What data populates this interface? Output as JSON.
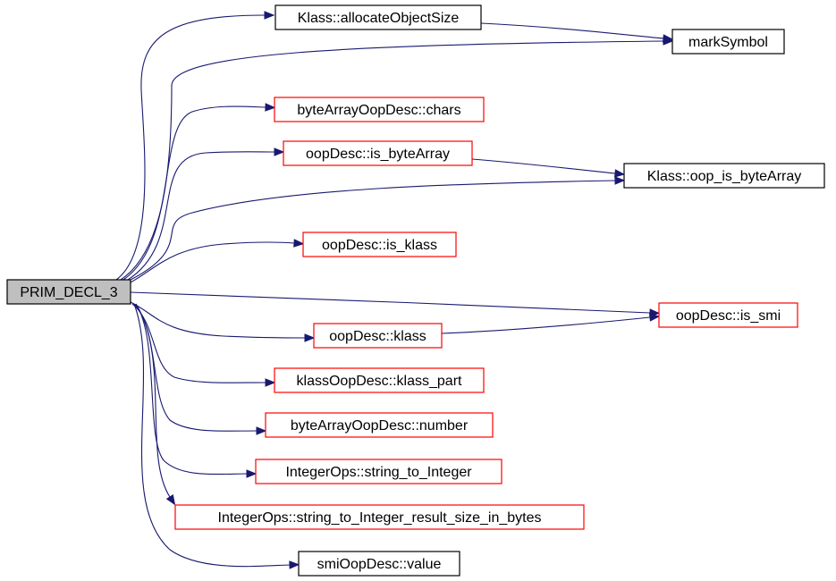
{
  "diagram": {
    "type": "call-graph",
    "colors": {
      "edge": "#191970",
      "root_fill": "#bfbfbf",
      "node_fill": "#ffffff",
      "border_documented": "#000000",
      "border_undocumented": "#ff0000"
    },
    "nodes": [
      {
        "id": "prim_decl_3",
        "label": "PRIM_DECL_3",
        "border": "#000000",
        "fill": "#bfbfbf",
        "clickable": false
      },
      {
        "id": "klass_allocate_object_size",
        "label": "Klass::allocateObjectSize",
        "border": "#000000",
        "fill": "#ffffff",
        "clickable": true
      },
      {
        "id": "mark_symbol",
        "label": "markSymbol",
        "border": "#000000",
        "fill": "#ffffff",
        "clickable": true
      },
      {
        "id": "byte_array_chars",
        "label": "byteArrayOopDesc::chars",
        "border": "#ff0000",
        "fill": "#ffffff",
        "clickable": true
      },
      {
        "id": "oop_is_byte_array",
        "label": "oopDesc::is_byteArray",
        "border": "#ff0000",
        "fill": "#ffffff",
        "clickable": true
      },
      {
        "id": "klass_oop_is_byte_array",
        "label": "Klass::oop_is_byteArray",
        "border": "#000000",
        "fill": "#ffffff",
        "clickable": true
      },
      {
        "id": "oop_is_klass",
        "label": "oopDesc::is_klass",
        "border": "#ff0000",
        "fill": "#ffffff",
        "clickable": true
      },
      {
        "id": "oop_is_smi",
        "label": "oopDesc::is_smi",
        "border": "#ff0000",
        "fill": "#ffffff",
        "clickable": true
      },
      {
        "id": "oop_klass",
        "label": "oopDesc::klass",
        "border": "#ff0000",
        "fill": "#ffffff",
        "clickable": true
      },
      {
        "id": "klass_part",
        "label": "klassOopDesc::klass_part",
        "border": "#ff0000",
        "fill": "#ffffff",
        "clickable": true
      },
      {
        "id": "byte_array_number",
        "label": "byteArrayOopDesc::number",
        "border": "#ff0000",
        "fill": "#ffffff",
        "clickable": true
      },
      {
        "id": "string_to_integer",
        "label": "IntegerOps::string_to_Integer",
        "border": "#ff0000",
        "fill": "#ffffff",
        "clickable": true
      },
      {
        "id": "string_to_integer_size",
        "label": "IntegerOps::string_to_Integer_result_size_in_bytes",
        "border": "#ff0000",
        "fill": "#ffffff",
        "clickable": true
      },
      {
        "id": "smi_value",
        "label": "smiOopDesc::value",
        "border": "#000000",
        "fill": "#ffffff",
        "clickable": true
      }
    ],
    "edges": [
      {
        "from": "prim_decl_3",
        "to": "klass_allocate_object_size"
      },
      {
        "from": "prim_decl_3",
        "to": "mark_symbol"
      },
      {
        "from": "prim_decl_3",
        "to": "byte_array_chars"
      },
      {
        "from": "prim_decl_3",
        "to": "oop_is_byte_array"
      },
      {
        "from": "prim_decl_3",
        "to": "klass_oop_is_byte_array"
      },
      {
        "from": "prim_decl_3",
        "to": "oop_is_klass"
      },
      {
        "from": "prim_decl_3",
        "to": "oop_is_smi"
      },
      {
        "from": "prim_decl_3",
        "to": "oop_klass"
      },
      {
        "from": "prim_decl_3",
        "to": "klass_part"
      },
      {
        "from": "prim_decl_3",
        "to": "byte_array_number"
      },
      {
        "from": "prim_decl_3",
        "to": "string_to_integer"
      },
      {
        "from": "prim_decl_3",
        "to": "string_to_integer_size"
      },
      {
        "from": "prim_decl_3",
        "to": "smi_value"
      },
      {
        "from": "klass_allocate_object_size",
        "to": "mark_symbol"
      },
      {
        "from": "oop_is_byte_array",
        "to": "klass_oop_is_byte_array"
      },
      {
        "from": "oop_klass",
        "to": "oop_is_smi"
      }
    ]
  }
}
